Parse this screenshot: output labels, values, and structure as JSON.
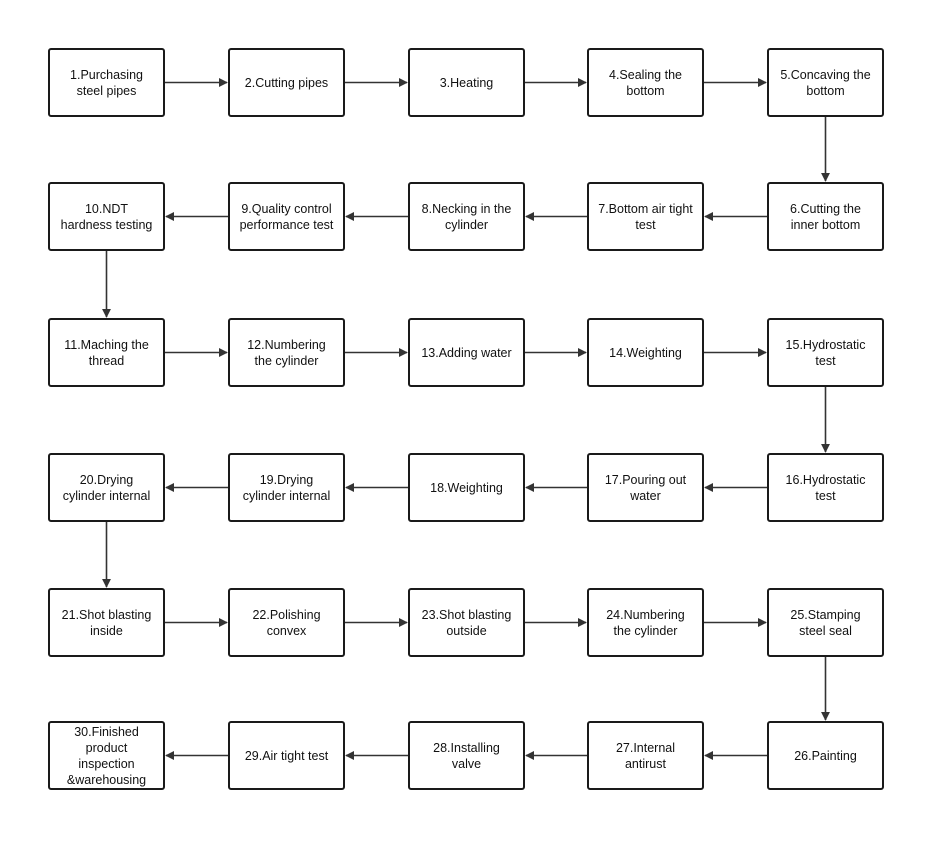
{
  "colors": {
    "box_border": "#1a1a1a",
    "arrow": "#333333",
    "background": "#ffffff",
    "text": "#111111"
  },
  "steps": [
    {
      "label": "1.Purchasing\nsteel pipes"
    },
    {
      "label": "2.Cutting pipes"
    },
    {
      "label": "3.Heating"
    },
    {
      "label": "4.Sealing the\nbottom"
    },
    {
      "label": "5.Concaving the\nbottom"
    },
    {
      "label": "6.Cutting the\ninner bottom"
    },
    {
      "label": "7.Bottom air tight\ntest"
    },
    {
      "label": "8.Necking in the\ncylinder"
    },
    {
      "label": "9.Quality control\nperformance test"
    },
    {
      "label": "10.NDT\nhardness testing"
    },
    {
      "label": "11.Maching the\nthread"
    },
    {
      "label": "12.Numbering\nthe cylinder"
    },
    {
      "label": "13.Adding water"
    },
    {
      "label": "14.Weighting"
    },
    {
      "label": "15.Hydrostatic\ntest"
    },
    {
      "label": "16.Hydrostatic\ntest"
    },
    {
      "label": "17.Pouring out\nwater"
    },
    {
      "label": "18.Weighting"
    },
    {
      "label": "19.Drying\ncylinder internal"
    },
    {
      "label": "20.Drying\ncylinder internal"
    },
    {
      "label": "21.Shot blasting\ninside"
    },
    {
      "label": "22.Polishing\nconvex"
    },
    {
      "label": "23.Shot blasting\noutside"
    },
    {
      "label": "24.Numbering\nthe cylinder"
    },
    {
      "label": "25.Stamping\nsteel seal"
    },
    {
      "label": "26.Painting"
    },
    {
      "label": "27.Internal\nantirust"
    },
    {
      "label": "28.Installing\nvalve"
    },
    {
      "label": "29.Air tight test"
    },
    {
      "label": "30.Finished\nproduct\ninspection\n&warehousing"
    }
  ]
}
